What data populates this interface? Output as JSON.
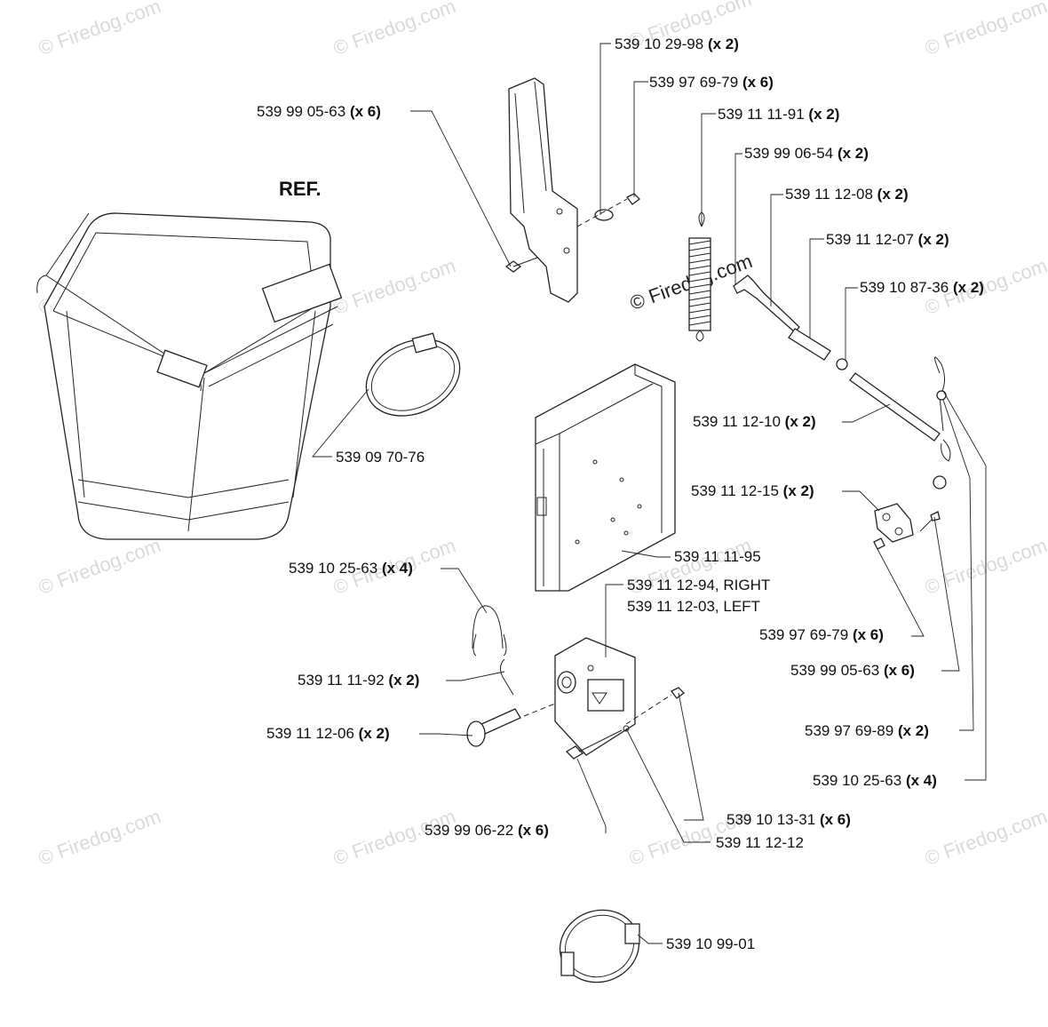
{
  "watermark": "© Firedog.com",
  "ref_label": "REF.",
  "labels": {
    "p1": {
      "num": "539 99 05-63",
      "qty": "(x 6)"
    },
    "p2": {
      "num": "539 10 29-98",
      "qty": "(x 2)"
    },
    "p3": {
      "num": "539 97 69-79",
      "qty": "(x 6)"
    },
    "p4": {
      "num": "539 11 11-91",
      "qty": "(x 2)"
    },
    "p5": {
      "num": "539 99 06-54",
      "qty": "(x 2)"
    },
    "p6": {
      "num": "539 11 12-08",
      "qty": "(x 2)"
    },
    "p7": {
      "num": "539 11 12-07",
      "qty": "(x 2)"
    },
    "p8": {
      "num": "539 10 87-36",
      "qty": "(x 2)"
    },
    "p9": {
      "num": "539 09 70-76",
      "qty": ""
    },
    "p10": {
      "num": "539 11 12-10",
      "qty": "(x 2)"
    },
    "p11": {
      "num": "539 11 12-15",
      "qty": "(x 2)"
    },
    "p12": {
      "num": "539 11 11-95",
      "qty": ""
    },
    "p13": {
      "num": "539 10 25-63",
      "qty": "(x 4)"
    },
    "p14a": {
      "num": "539 11 12-94, RIGHT",
      "qty": ""
    },
    "p14b": {
      "num": "539 11 12-03, LEFT",
      "qty": ""
    },
    "p15": {
      "num": "539 97 69-79",
      "qty": "(x 6)"
    },
    "p16": {
      "num": "539 11 11-92",
      "qty": "(x 2)"
    },
    "p17": {
      "num": "539 99 05-63",
      "qty": "(x 6)"
    },
    "p18": {
      "num": "539 11 12-06",
      "qty": "(x 2)"
    },
    "p19": {
      "num": "539 97 69-89",
      "qty": "(x 2)"
    },
    "p20": {
      "num": "539 10 25-63",
      "qty": "(x 4)"
    },
    "p21": {
      "num": "539 10 13-31",
      "qty": "(x 6)"
    },
    "p22": {
      "num": "539 99 06-22",
      "qty": "(x 6)"
    },
    "p23": {
      "num": "539 11 12-12",
      "qty": ""
    },
    "p24": {
      "num": "539 10 99-01",
      "qty": ""
    }
  }
}
